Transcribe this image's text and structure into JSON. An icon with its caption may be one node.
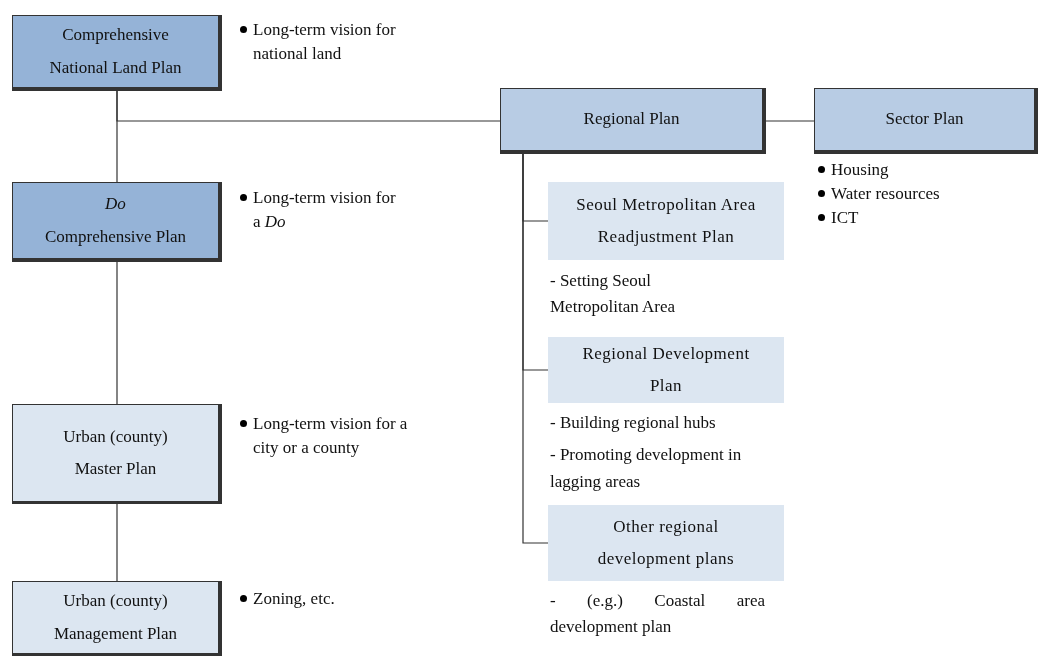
{
  "diagram": {
    "nodes": [
      {
        "text": [
          "Comprehensive National Land Plan"
        ],
        "beside": [
          "Long-term vision for national land"
        ]
      },
      {
        "text": [
          "Regional Plan"
        ]
      },
      {
        "text": [
          "Sector Plan"
        ],
        "beside": [
          "Housing",
          "Water resources",
          "ICT"
        ]
      },
      {
        "text": [
          "*Do* Comprehensive Plan"
        ],
        "beside": [
          "Long-term vision for a *Do*"
        ]
      },
      {
        "text": [
          "Seoul Metropolitan Area Readjustment Plan"
        ],
        "beside": [
          "- Setting Seoul Metropolitan Area"
        ]
      },
      {
        "text": [
          "Regional Development Plan"
        ],
        "beside": [
          "- Building regional hubs",
          "- Promoting development in lagging areas"
        ]
      },
      {
        "text": [
          "Other regional development plans"
        ],
        "beside": [
          "- (e.g.) Coastal area development plan"
        ]
      },
      {
        "text": [
          "Urban (county) Master Plan"
        ],
        "beside": [
          "Long-term vision for a city or a county"
        ]
      },
      {
        "text": [
          "Urban (county) Management Plan"
        ],
        "beside": [
          "Zoning, etc."
        ]
      }
    ],
    "edges": [
      {
        "from": 0,
        "to": 3,
        "arrow": "none"
      },
      {
        "from": 0,
        "to": 1,
        "arrow": "none"
      },
      {
        "from": 1,
        "to": 2,
        "arrow": "none"
      },
      {
        "from": 1,
        "to": 4,
        "arrow": "none"
      },
      {
        "from": 1,
        "to": 5,
        "arrow": "none"
      },
      {
        "from": 1,
        "to": 6,
        "arrow": "none"
      },
      {
        "from": 3,
        "to": 7,
        "arrow": "none"
      },
      {
        "from": 7,
        "to": 8,
        "arrow": "none"
      }
    ]
  }
}
